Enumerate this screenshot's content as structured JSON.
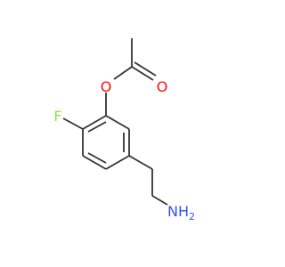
{
  "atoms": {
    "oxygen_ester": "O",
    "oxygen_carbonyl": "O",
    "fluorine": "F",
    "amine": "NH",
    "amine_subscript": "2"
  },
  "colors": {
    "bond": "#333333",
    "oxygen": "#ff0d0d",
    "fluorine": "#90e050",
    "nitrogen": "#3050f8"
  }
}
